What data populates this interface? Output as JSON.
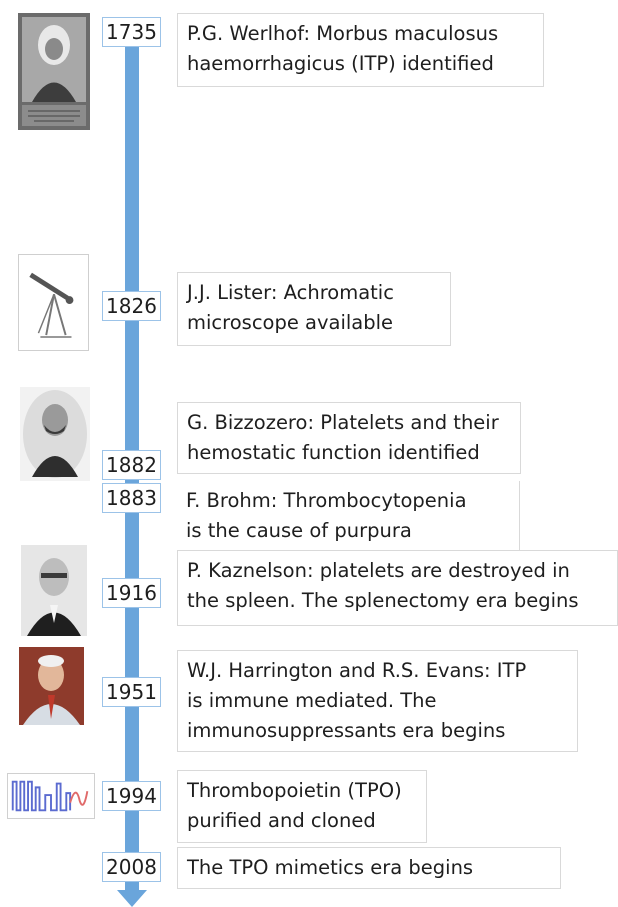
{
  "timeline": [
    {
      "year": "1735",
      "text": "P.G. Werlhof: Morbus maculosus\nhaemorrhagicus (ITP) identified",
      "image_icon": "werlhof-portrait-icon"
    },
    {
      "year": "1826",
      "text": "J.J. Lister: Achromatic\nmicroscope available",
      "image_icon": "microscope-icon"
    },
    {
      "year": "1882",
      "text": "G. Bizzozero: Platelets and their\nhemostatic function identified",
      "image_icon": "bizzozero-portrait-icon"
    },
    {
      "year": "1883",
      "text": "F. Brohm: Thrombocytopenia\nis the cause of purpura"
    },
    {
      "year": "1916",
      "text": "P. Kaznelson: platelets are destroyed in\nthe spleen. The splenectomy era begins",
      "image_icon": "kaznelson-portrait-icon"
    },
    {
      "year": "1951",
      "text": "W.J. Harrington and R.S. Evans: ITP\nis immune mediated. The\nimmunosuppressants era begins",
      "image_icon": "harrington-portrait-icon"
    },
    {
      "year": "1994",
      "text": "Thrombopoietin (TPO)\npurified and cloned",
      "image_icon": "tpo-molecule-icon"
    },
    {
      "year": "2008",
      "text": "The TPO mimetics era begins"
    }
  ],
  "colors": {
    "axis": "#6aa5db",
    "year_border": "#9cc3e8",
    "event_border": "#d9d9d9"
  }
}
